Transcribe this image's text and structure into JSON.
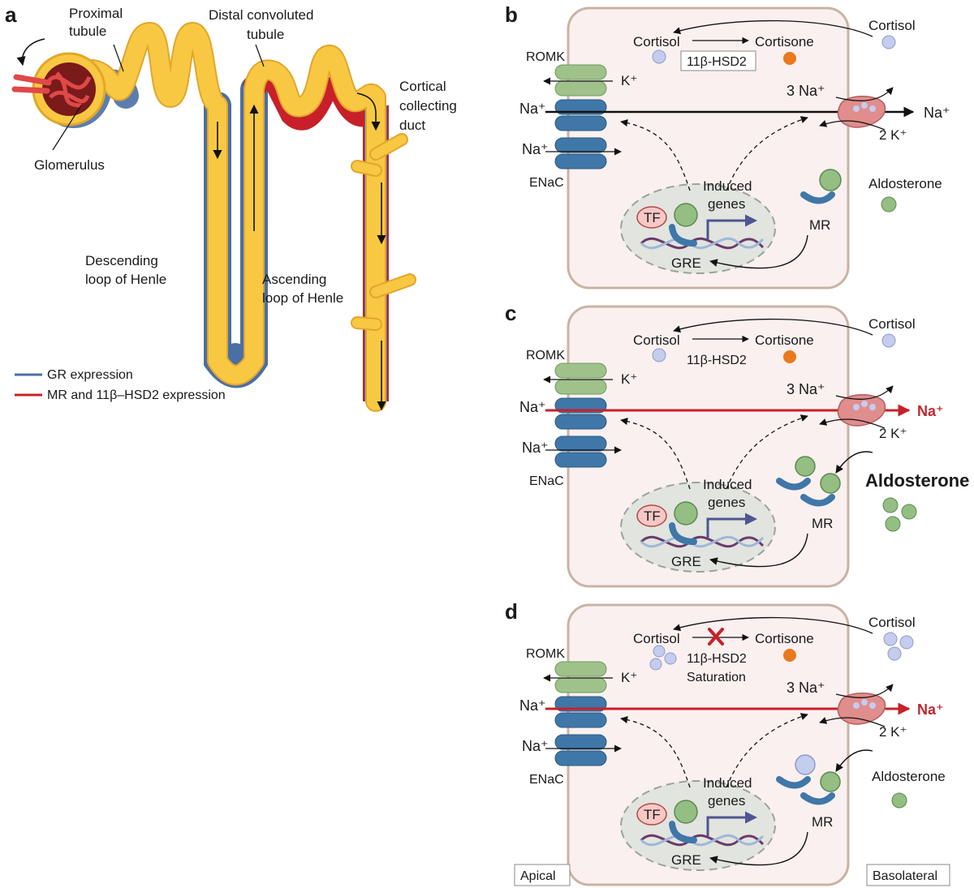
{
  "panel_a": {
    "letter": "a",
    "labels": {
      "proximal": [
        "Proximal",
        "tubule"
      ],
      "distal": [
        "Distal convoluted",
        "tubule"
      ],
      "cortical": [
        "Cortical",
        "collecting",
        "duct"
      ],
      "glomerulus": "Glomerulus",
      "descending": [
        "Descending",
        "loop of Henle"
      ],
      "ascending": [
        "Ascending",
        "loop of Henle"
      ]
    },
    "legend": [
      {
        "label": "GR expression",
        "color": "#4a6fa5"
      },
      {
        "label": "MR and 11β–HSD2 expression",
        "color": "#c8202a"
      }
    ]
  },
  "panels": [
    {
      "letter": "b",
      "cortisol_out": "Cortisol",
      "cortisol_in": "Cortisol",
      "cortisone": "Cortisone",
      "enzyme": "11β-HSD2",
      "enzyme_boxed": true,
      "romk": "ROMK",
      "k_ion": "K⁺",
      "na_apical": "Na⁺",
      "na_enac": "Na⁺",
      "enac": "ENaC",
      "three_na": "3 Na⁺",
      "two_k": "2 K⁺",
      "na_out": "Na⁺",
      "induced": [
        "Induced",
        "genes"
      ],
      "tf": "TF",
      "gre": "GRE",
      "mr": "MR",
      "aldosterone": "Aldosterone"
    },
    {
      "letter": "c",
      "cortisol_out": "Cortisol",
      "cortisol_in": "Cortisol",
      "cortisone": "Cortisone",
      "enzyme": "11β-HSD2",
      "enzyme_boxed": false,
      "romk": "ROMK",
      "k_ion": "K⁺",
      "na_apical": "Na⁺",
      "na_enac": "Na⁺",
      "enac": "ENaC",
      "three_na": "3 Na⁺",
      "two_k": "2 K⁺",
      "na_out": "Na⁺",
      "induced": [
        "Induced",
        "genes"
      ],
      "tf": "TF",
      "gre": "GRE",
      "mr": "MR",
      "aldosterone": "Aldosterone"
    },
    {
      "letter": "d",
      "cortisol_out": "Cortisol",
      "cortisol_in": "Cortisol",
      "cortisone": "Cortisone",
      "enzyme": "11β-HSD2",
      "saturation": "Saturation",
      "enzyme_boxed": false,
      "romk": "ROMK",
      "k_ion": "K⁺",
      "na_apical": "Na⁺",
      "na_enac": "Na⁺",
      "enac": "ENaC",
      "three_na": "3 Na⁺",
      "two_k": "2 K⁺",
      "na_out": "Na⁺",
      "induced": [
        "Induced",
        "genes"
      ],
      "tf": "TF",
      "gre": "GRE",
      "mr": "MR",
      "aldosterone": "Aldosterone",
      "apical": "Apical",
      "basolateral": "Basolateral"
    }
  ],
  "colors": {
    "tubule": "#f9c842",
    "tubule_edge": "#e2a62a",
    "cell_fill": "#faf0ef",
    "cell_edge": "#c9b3a6",
    "romk": "#9fc28a",
    "enac": "#3f77a8",
    "pump": "#e08d8d",
    "cortisol": "#c4cdee",
    "cortisone": "#e9791d",
    "aldosterone": "#94be82",
    "tf": "#f6c8c6",
    "red": "#c8202a"
  }
}
